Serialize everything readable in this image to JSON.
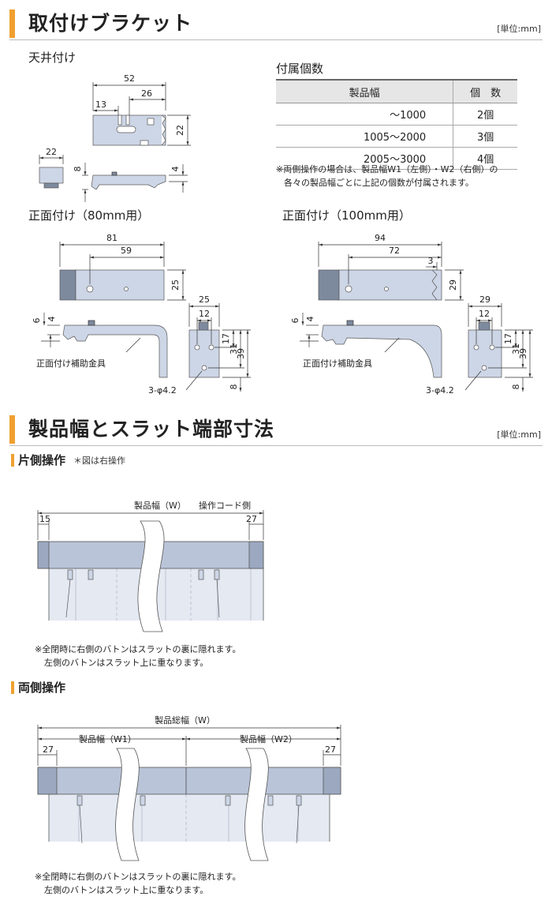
{
  "section1": {
    "title": "取付けブラケット",
    "unit": "[単位:mm]"
  },
  "ceiling": {
    "title": "天井付け",
    "dims": {
      "d52": "52",
      "d26": "26",
      "d13": "13",
      "d22a": "22",
      "d22b": "22",
      "d8": "8",
      "d4": "4"
    }
  },
  "accessory": {
    "title": "付属個数",
    "headers": [
      "製品幅",
      "個　数"
    ],
    "rows": [
      {
        "width": "～1000",
        "count": "2個"
      },
      {
        "width": "1005～2000",
        "count": "3個"
      },
      {
        "width": "2005～3000",
        "count": "4個"
      }
    ],
    "note1": "※両側操作の場合は、製品幅W1（左側）・W2（右側）の",
    "note2": "各々の製品幅ごとに上記の個数が付属されます。"
  },
  "front80": {
    "title": "正面付け（80mm用）",
    "dims": {
      "d81": "81",
      "d59": "59",
      "d25v": "25",
      "d25": "25",
      "d12": "12",
      "d17": "17",
      "d31": "31",
      "d39": "39",
      "d8": "8",
      "d6": "6",
      "d4": "4"
    },
    "helper": "正面付け補助金具",
    "hole": "3-φ4.2"
  },
  "front100": {
    "title": "正面付け（100mm用）",
    "dims": {
      "d94": "94",
      "d72": "72",
      "d3": "3",
      "d29v": "29",
      "d29": "29",
      "d12": "12",
      "d17": "17",
      "d31": "31",
      "d39": "39",
      "d8": "8",
      "d6": "6",
      "d4": "4"
    },
    "helper": "正面付け補助金具",
    "hole": "3-φ4.2"
  },
  "section2": {
    "title": "製品幅とスラット端部寸法",
    "unit": "[単位:mm]"
  },
  "single": {
    "title": "片側操作",
    "note": "＊図は右操作",
    "width_label": "製品幅（W）",
    "cord_label": "操作コード側",
    "d15": "15",
    "d27": "27",
    "foot1": "※全閉時に右側のバトンはスラットの裏に隠れます。",
    "foot2": "左側のバトンはスラット上に重なります。"
  },
  "double": {
    "title": "両側操作",
    "total_label": "製品総幅（W）",
    "w1_label": "製品幅（W1）",
    "w2_label": "製品幅（W2）",
    "d27l": "27",
    "d27r": "27",
    "foot1": "※全閉時に右側のバトンはスラットの裏に隠れます。",
    "foot2": "左側のバトンはスラット上に重なります。"
  }
}
